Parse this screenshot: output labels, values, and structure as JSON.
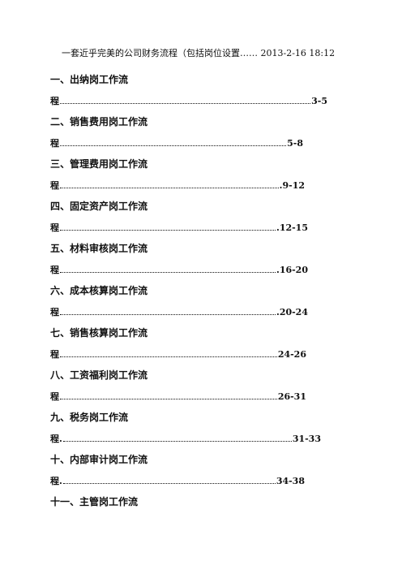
{
  "document": {
    "title": "一套近乎完美的公司财务流程（包括岗位设置…… 2013-2-16 18:12"
  },
  "toc": {
    "entries": [
      {
        "heading": "一、出纳岗工作流",
        "cont": "程",
        "pages": "3-5"
      },
      {
        "heading": "二、销售费用岗工作流",
        "cont": "程",
        "pages": "5-8"
      },
      {
        "heading": "三、管理费用岗工作流",
        "cont": "程",
        "pages": ".9-12"
      },
      {
        "heading": "四、固定资产岗工作流",
        "cont": "程",
        "pages": ".12-15"
      },
      {
        "heading": "五、材料审核岗工作流",
        "cont": "程",
        "pages": ".16-20"
      },
      {
        "heading": "六、成本核算岗工作流",
        "cont": "程",
        "pages": ".20-24"
      },
      {
        "heading": "七、销售核算岗工作流",
        "cont": "程",
        "pages": "24-26"
      },
      {
        "heading": "八、工资福利岗工作流",
        "cont": "程",
        "pages": "26-31"
      },
      {
        "heading": "九、税务岗工作流",
        "cont": "程.",
        "pages": "31-33"
      },
      {
        "heading": "十、内部审计岗工作流",
        "cont": "程.",
        "pages": "34-38"
      }
    ],
    "last_heading": "十一、主管岗工作流"
  }
}
